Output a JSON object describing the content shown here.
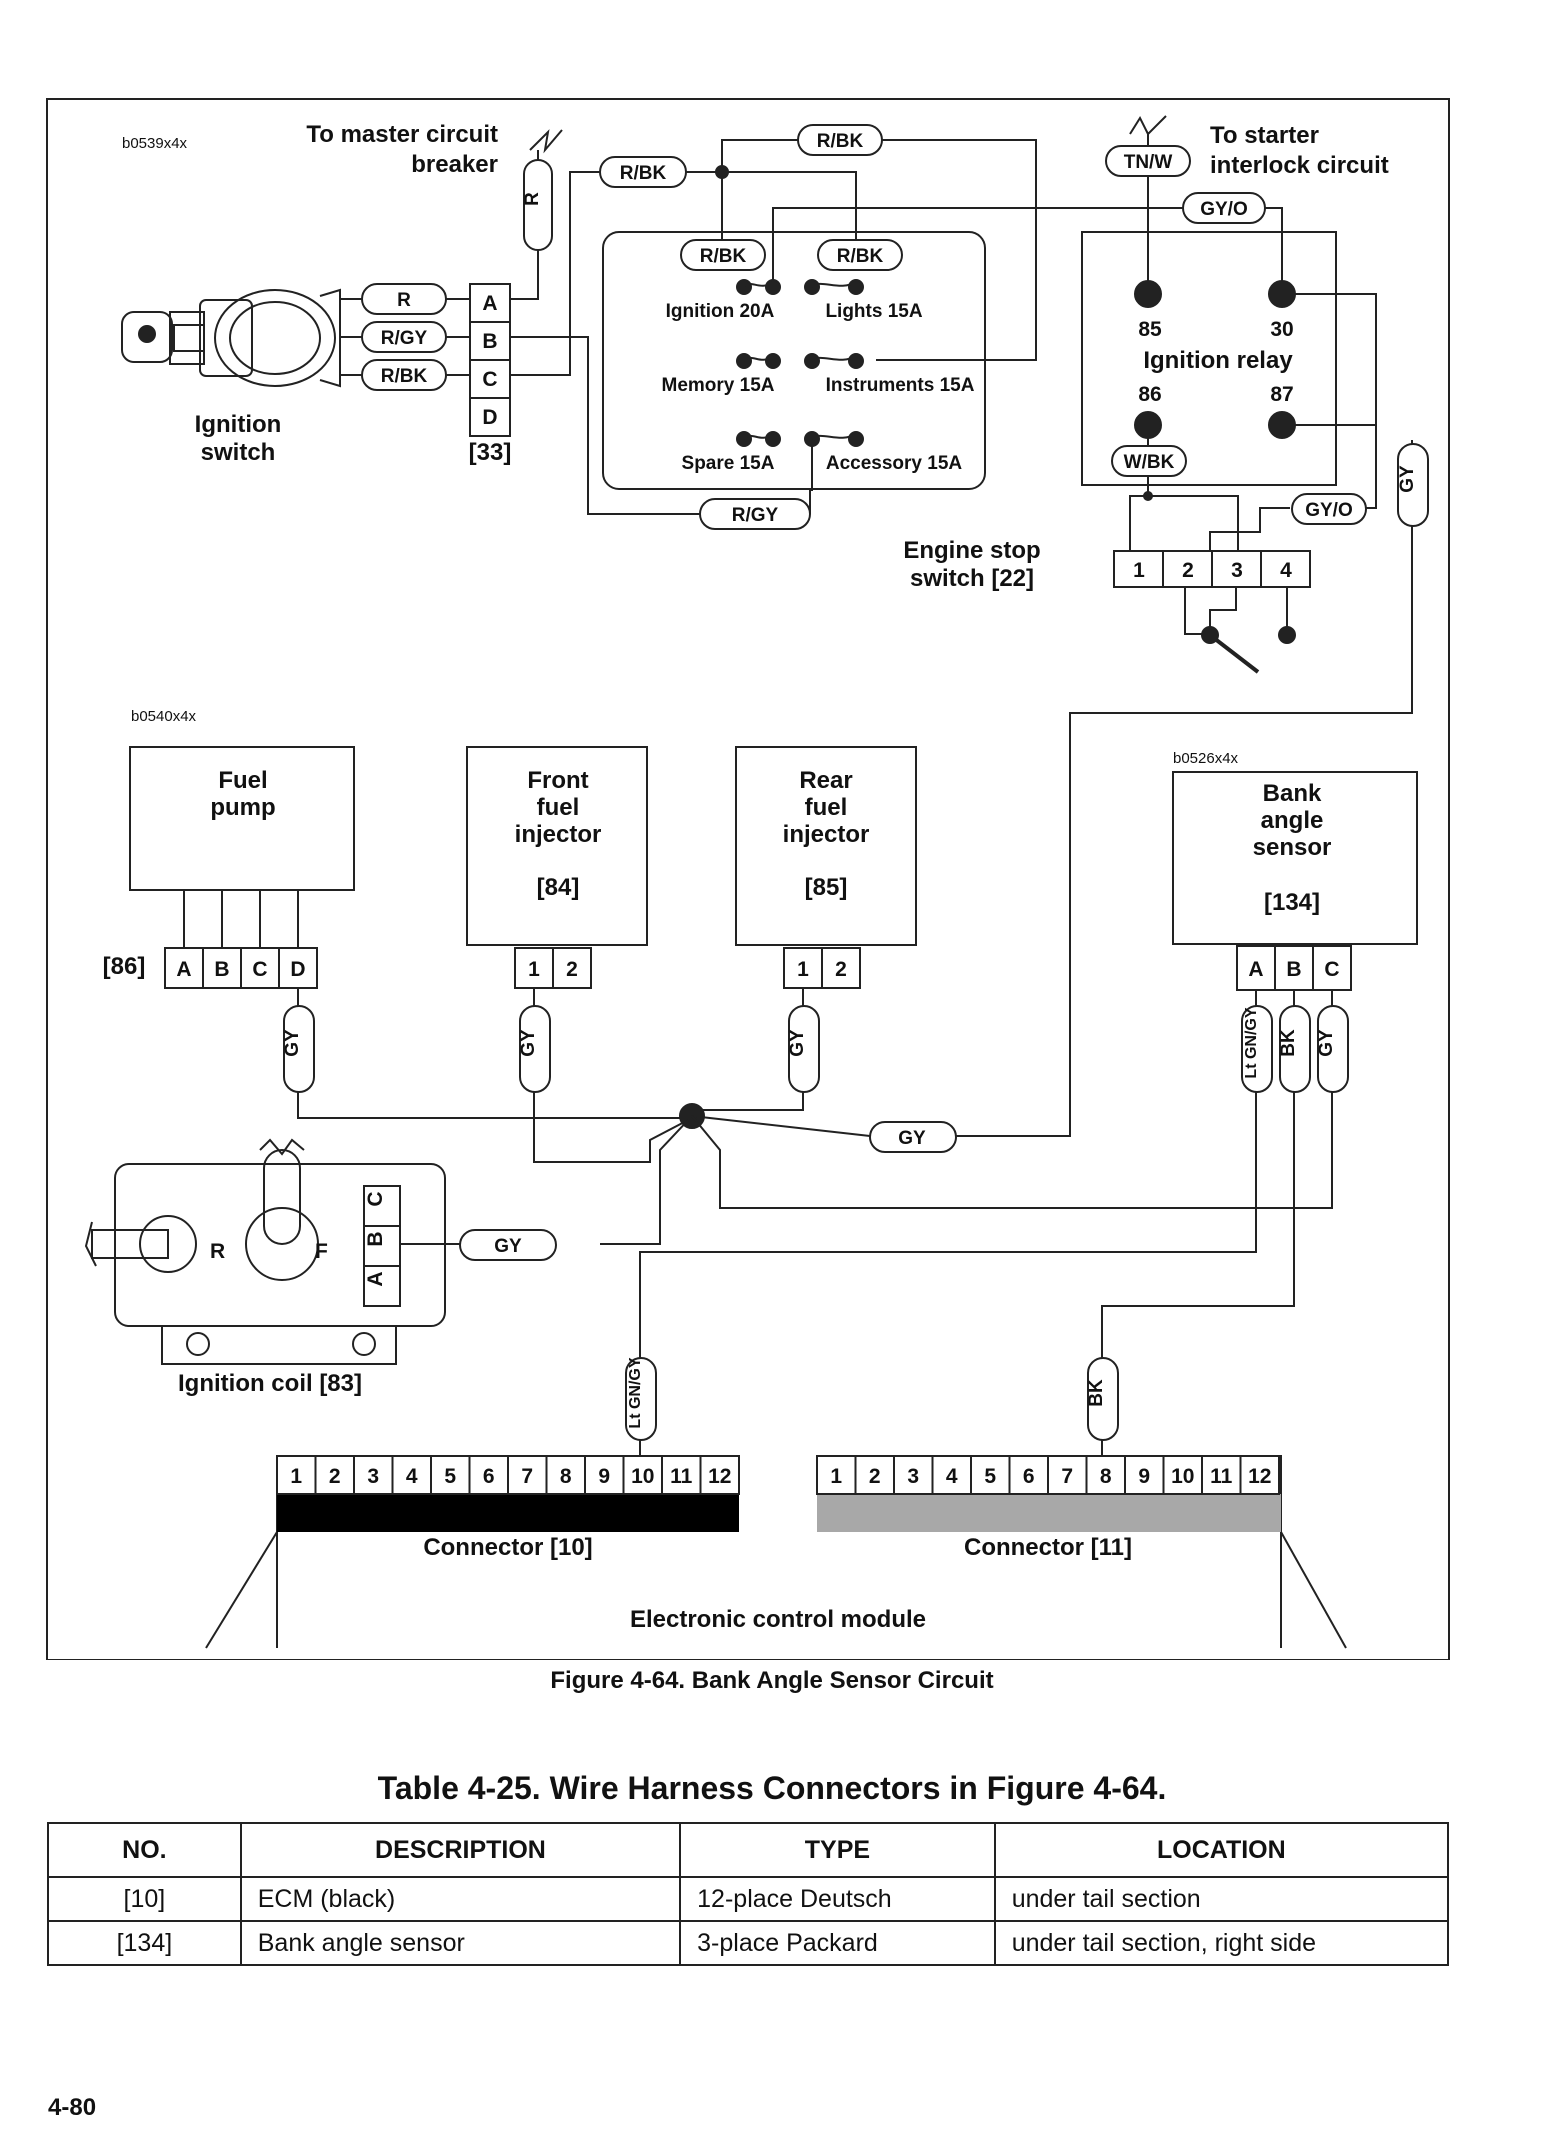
{
  "diagram": {
    "ids": {
      "top": "b0539x4x",
      "middle": "b0540x4x",
      "bank": "b0526x4x"
    },
    "labels": {
      "master_breaker": "To master circuit breaker",
      "master_breaker_l1": "To master circuit",
      "master_breaker_l2": "breaker",
      "starter_l1": "To starter",
      "starter_l2": "interlock circuit",
      "ignition_switch_l1": "Ignition",
      "ignition_switch_l2": "switch",
      "ignition_switch_conn": "[33]",
      "fuse_ignition": "Ignition 20A",
      "fuse_lights": "Lights 15A",
      "fuse_memory": "Memory 15A",
      "fuse_instruments": "Instruments 15A",
      "fuse_spare": "Spare 15A",
      "fuse_accessory": "Accessory 15A",
      "relay_title": "Ignition relay",
      "relay_85": "85",
      "relay_30": "30",
      "relay_86": "86",
      "relay_87": "87",
      "engine_stop_l1": "Engine stop",
      "engine_stop_l2": "switch [22]",
      "fuel_pump_l1": "Fuel",
      "fuel_pump_l2": "pump",
      "fuel_pump_conn": "[86]",
      "front_inj_l1": "Front",
      "front_inj_l2": "fuel",
      "front_inj_l3": "injector",
      "front_inj_conn": "[84]",
      "rear_inj_l1": "Rear",
      "rear_inj_l2": "fuel",
      "rear_inj_l3": "injector",
      "rear_inj_conn": "[85]",
      "bank_l1": "Bank",
      "bank_l2": "angle",
      "bank_l3": "sensor",
      "bank_conn": "[134]",
      "coil": "Ignition coil [83]",
      "coil_r": "R",
      "coil_f": "F",
      "connector_10": "Connector [10]",
      "connector_11": "Connector [11]",
      "ecm": "Electronic control module"
    },
    "wires": {
      "r": "R",
      "rbk": "R/BK",
      "rgy": "R/GY",
      "tnw": "TN/W",
      "gyo": "GY/O",
      "wbk": "W/BK",
      "gy": "GY",
      "ltgngy": "Lt GN/GY",
      "bk": "BK"
    },
    "pins": {
      "abcd": [
        "A",
        "B",
        "C",
        "D"
      ],
      "abc": [
        "A",
        "B",
        "C"
      ],
      "p12": [
        "1",
        "2"
      ],
      "p1234": [
        "1",
        "2",
        "3",
        "4"
      ],
      "p1to12": [
        "1",
        "2",
        "3",
        "4",
        "5",
        "6",
        "7",
        "8",
        "9",
        "10",
        "11",
        "12"
      ]
    }
  },
  "figure_caption": "Figure 4-64. Bank Angle Sensor Circuit",
  "table": {
    "title": "Table 4-25. Wire Harness Connectors in Figure 4-64.",
    "headers": [
      "NO.",
      "DESCRIPTION",
      "TYPE",
      "LOCATION"
    ],
    "rows": [
      [
        "[10]",
        "ECM (black)",
        "12-place Deutsch",
        "under tail section"
      ],
      [
        "[134]",
        "Bank angle sensor",
        "3-place Packard",
        "under tail section, right side"
      ]
    ]
  },
  "page_number": "4-80"
}
